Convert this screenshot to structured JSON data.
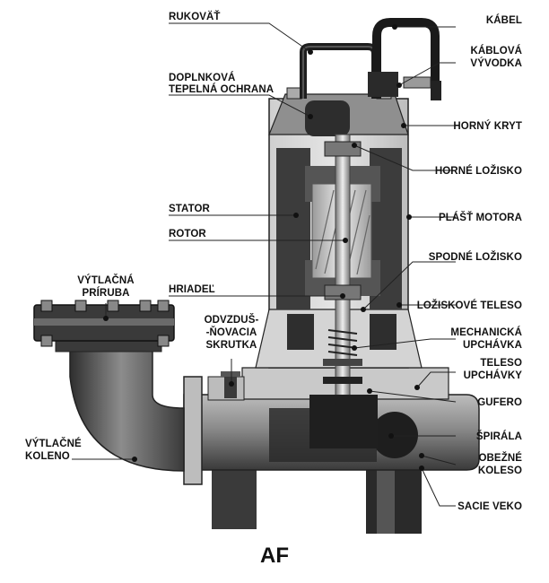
{
  "title": "AF",
  "colors": {
    "dark": "#2b2b2b",
    "mid": "#8a8a8a",
    "light": "#d2d2d2",
    "steel": "#b0b0b0"
  },
  "labels_left": {
    "rukovat": "RUKOVÄŤ",
    "doplnkova_1": "DOPLNKOVÁ",
    "doplnkova_2": "TEPELNÁ OCHRANA",
    "stator": "STATOR",
    "rotor": "ROTOR",
    "hriadel": "HRIADEĽ",
    "vytlacna_priruba_1": "VÝTLAČNÁ",
    "vytlacna_priruba_2": "PRÍRUBA",
    "odvzdus_1": "ODVZDUŠ-",
    "odvzdus_2": "-ŇOVACIA",
    "odvzdus_3": "SKRUTKA",
    "vytlacne_koleno_1": "VÝTLAČNÉ",
    "vytlacne_koleno_2": "KOLENO"
  },
  "labels_right": {
    "kabel": "KÁBEL",
    "kablova_1": "KÁBLOVÁ",
    "kablova_2": "VÝVODKA",
    "horny_kryt": "HORNÝ KRYT",
    "horne_lozisko": "HORNÉ LOŽISKO",
    "plast_motora": "PLÁŠŤ MOTORA",
    "spodne_lozisko": "SPODNÉ LOŽISKO",
    "loziskove_teleso": "LOŽISKOVÉ TELESO",
    "mech_1": "MECHANICKÁ",
    "mech_2": "UPCHÁVKA",
    "teleso_1": "TELESO",
    "teleso_2": "UPCHÁVKY",
    "gufero": "GUFERO",
    "spirala": "ŠPIRÁLA",
    "obezne_1": "OBEŽNÉ",
    "obezne_2": "KOLESO",
    "sacie_veko": "SACIE VEKO"
  }
}
